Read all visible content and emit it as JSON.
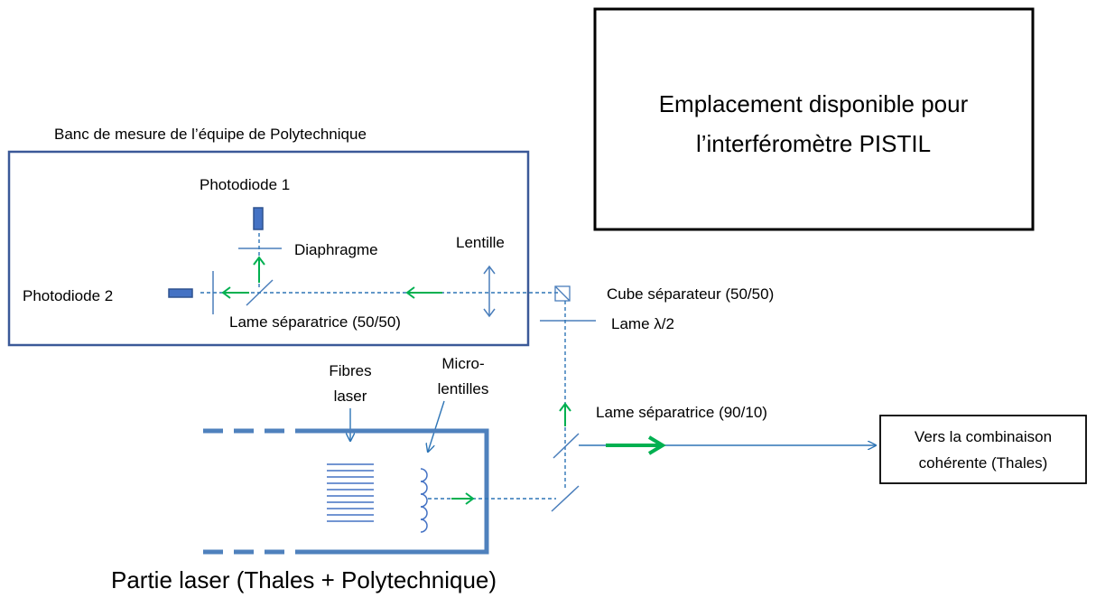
{
  "colors": {
    "beam": "#2e75b6",
    "component": "#4a7ebb",
    "thick_structure": "#4f81bd",
    "arrow": "#00b050",
    "border": "#000000"
  },
  "pistil_box": {
    "line1": "Emplacement disponible pour",
    "line2": "l’interféromètre PISTIL"
  },
  "bench": {
    "title": "Banc de mesure de l’équipe de Polytechnique",
    "photodiode1": "Photodiode 1",
    "photodiode2": "Photodiode 2",
    "diaphragm": "Diaphragme",
    "lens": "Lentille",
    "beamsplitter": "Lame séparatrice (50/50)"
  },
  "cube_label": "Cube séparateur (50/50)",
  "halfwave_label": "Lame λ/2",
  "splitter_9010_label": "Lame séparatrice (90/10)",
  "laser": {
    "fibres_line1": "Fibres",
    "fibres_line2": "laser",
    "micro_line1": "Micro-",
    "micro_line2": "lentilles",
    "part_label": "Partie laser (Thales + Polytechnique)"
  },
  "output_box": {
    "line1": "Vers la combinaison",
    "line2": "cohérente (Thales)"
  }
}
